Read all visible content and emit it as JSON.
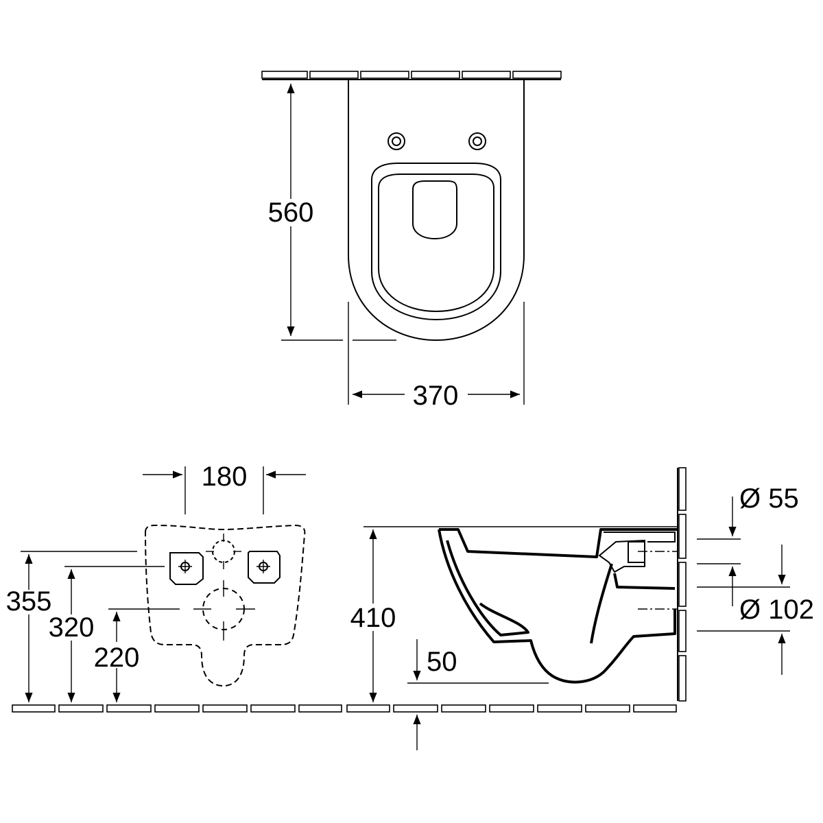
{
  "dimensions": {
    "length": "560",
    "width": "370",
    "fixing_spacing": "180",
    "fixing_height_upper": "355",
    "fixing_height_lower": "320",
    "drain_height": "220",
    "rim_height": "410",
    "floor_offset": "50",
    "inlet_diameter": "Ø 55",
    "outlet_diameter": "Ø 102"
  }
}
